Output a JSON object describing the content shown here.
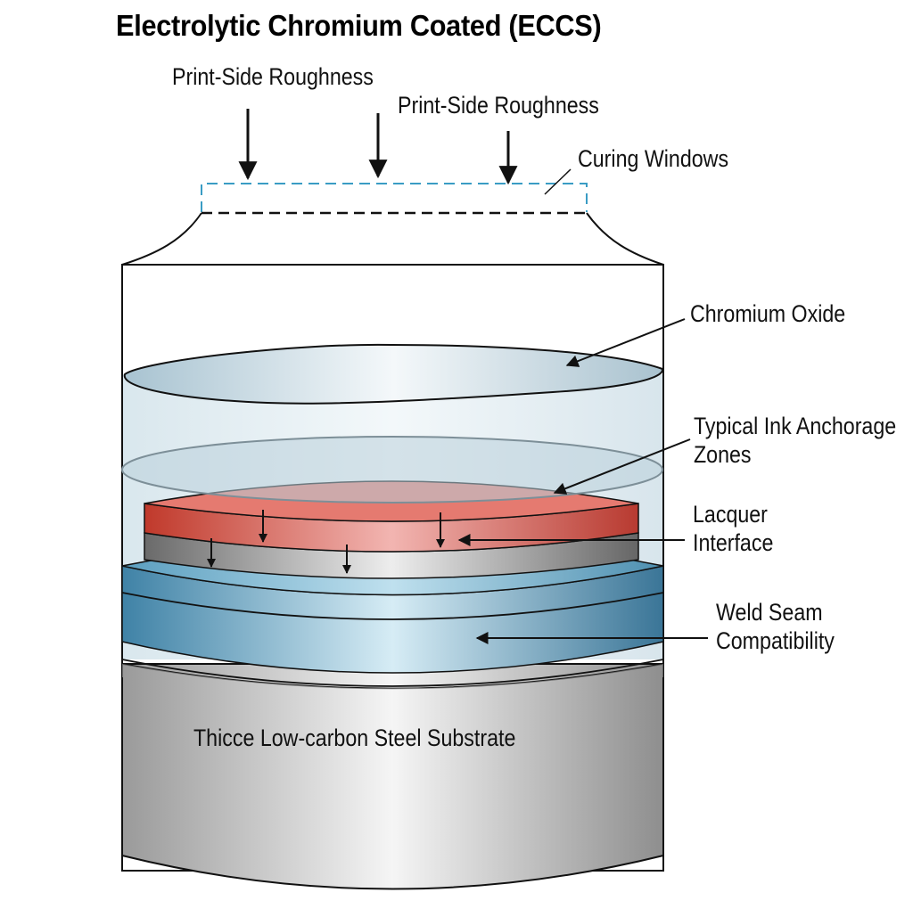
{
  "title": "Electrolytic Chromium Coated (ECCS)",
  "labels": {
    "print_side_roughness_1": "Print-Side Roughness",
    "print_side_roughness_2": "Print-Side Roughness",
    "curing_windows": "Curing Windows",
    "chromium_oxide": "Chromium Oxide",
    "ink_anchorage_line1": "Typical Ink Anchorage",
    "ink_anchorage_line2": "Zones",
    "lacquer_line1": "Lacquer",
    "lacquer_line2": "Interface",
    "weld_seam_line1": "Weld Seam",
    "weld_seam_line2": "Compatibility",
    "substrate": "Thicce Low-carbon Steel Substrate"
  },
  "colors": {
    "curing_window_dash": "#3a9cc4",
    "chromium_oxide": "#b4ccd8",
    "lacquer_red": "#d9534f",
    "chrome_gray": "#8a8a8a",
    "weld_blue": "#5b9dbd",
    "steel": "#c8c8c8"
  }
}
